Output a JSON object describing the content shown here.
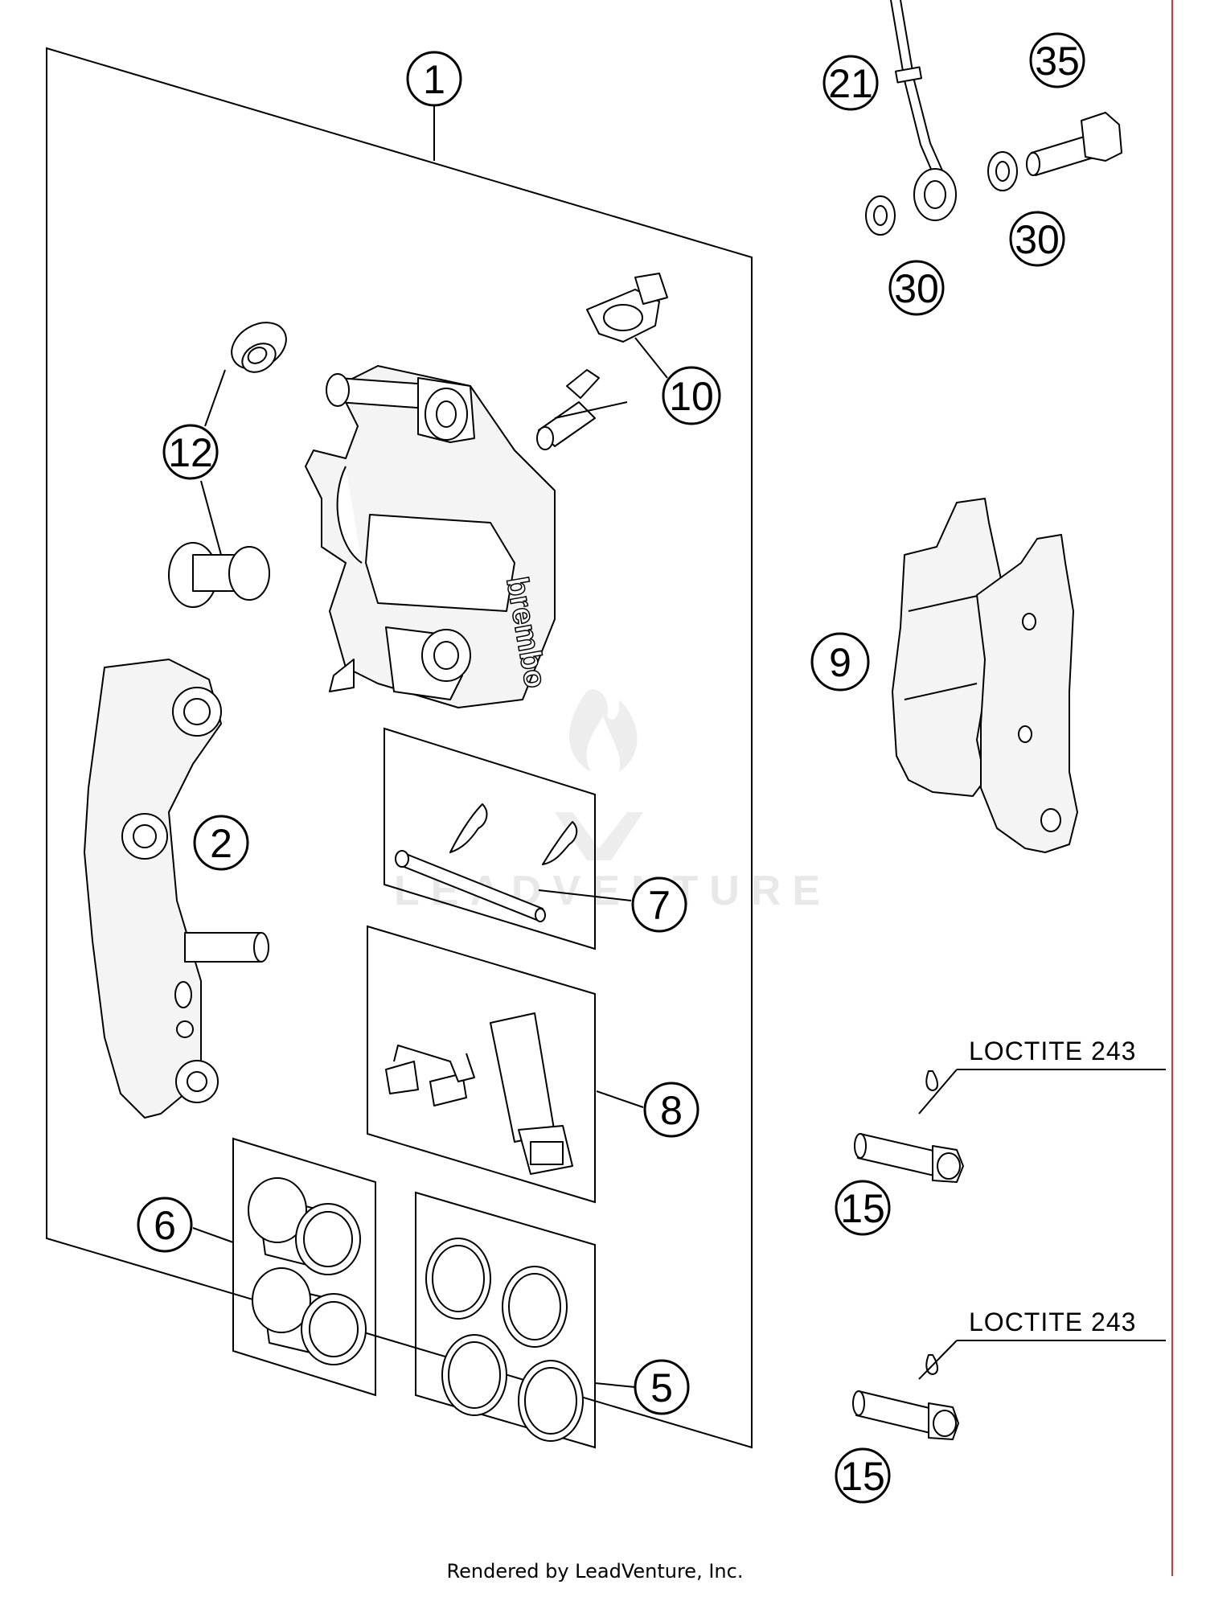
{
  "callouts": {
    "c1": "1",
    "c2": "2",
    "c5": "5",
    "c6": "6",
    "c7": "7",
    "c8": "8",
    "c9": "9",
    "c10": "10",
    "c12": "12",
    "c15a": "15",
    "c15b": "15",
    "c21": "21",
    "c30a": "30",
    "c30b": "30",
    "c35": "35"
  },
  "notes": {
    "loctite_top": "LOCTITE 243",
    "loctite_bottom": "LOCTITE 243"
  },
  "watermark": {
    "text": "LEADVENTURE"
  },
  "footer": {
    "credit": "Rendered by LeadVenture, Inc."
  }
}
